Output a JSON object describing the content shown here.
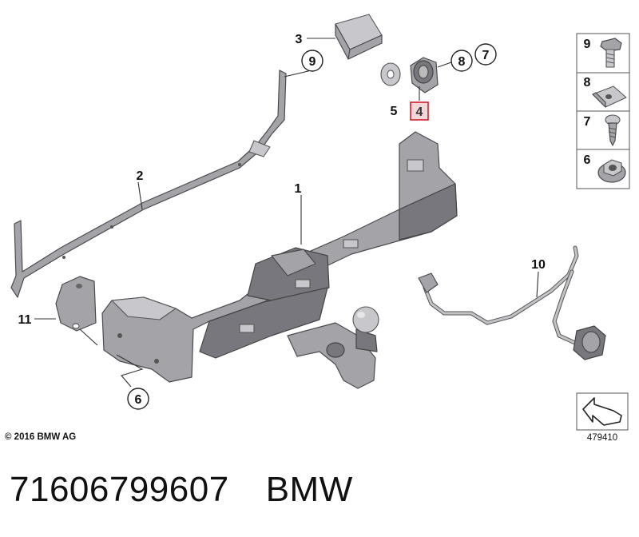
{
  "callouts": {
    "c1": "1",
    "c2": "2",
    "c3": "3",
    "c4": "4",
    "c5": "5",
    "c6": "6",
    "c7": "7",
    "c8": "8",
    "c9": "9",
    "c10": "10",
    "c11": "11"
  },
  "legend": [
    {
      "number": "9",
      "icon": "bolt-icon"
    },
    {
      "number": "8",
      "icon": "clip-nut-icon"
    },
    {
      "number": "7",
      "icon": "screw-icon"
    },
    {
      "number": "6",
      "icon": "flange-nut-icon"
    }
  ],
  "highlight_color": "#d21e2a",
  "copyright": "© 2016 BMW AG",
  "drawing_number": "479410",
  "part_number": "71606799607",
  "brand": "BMW"
}
